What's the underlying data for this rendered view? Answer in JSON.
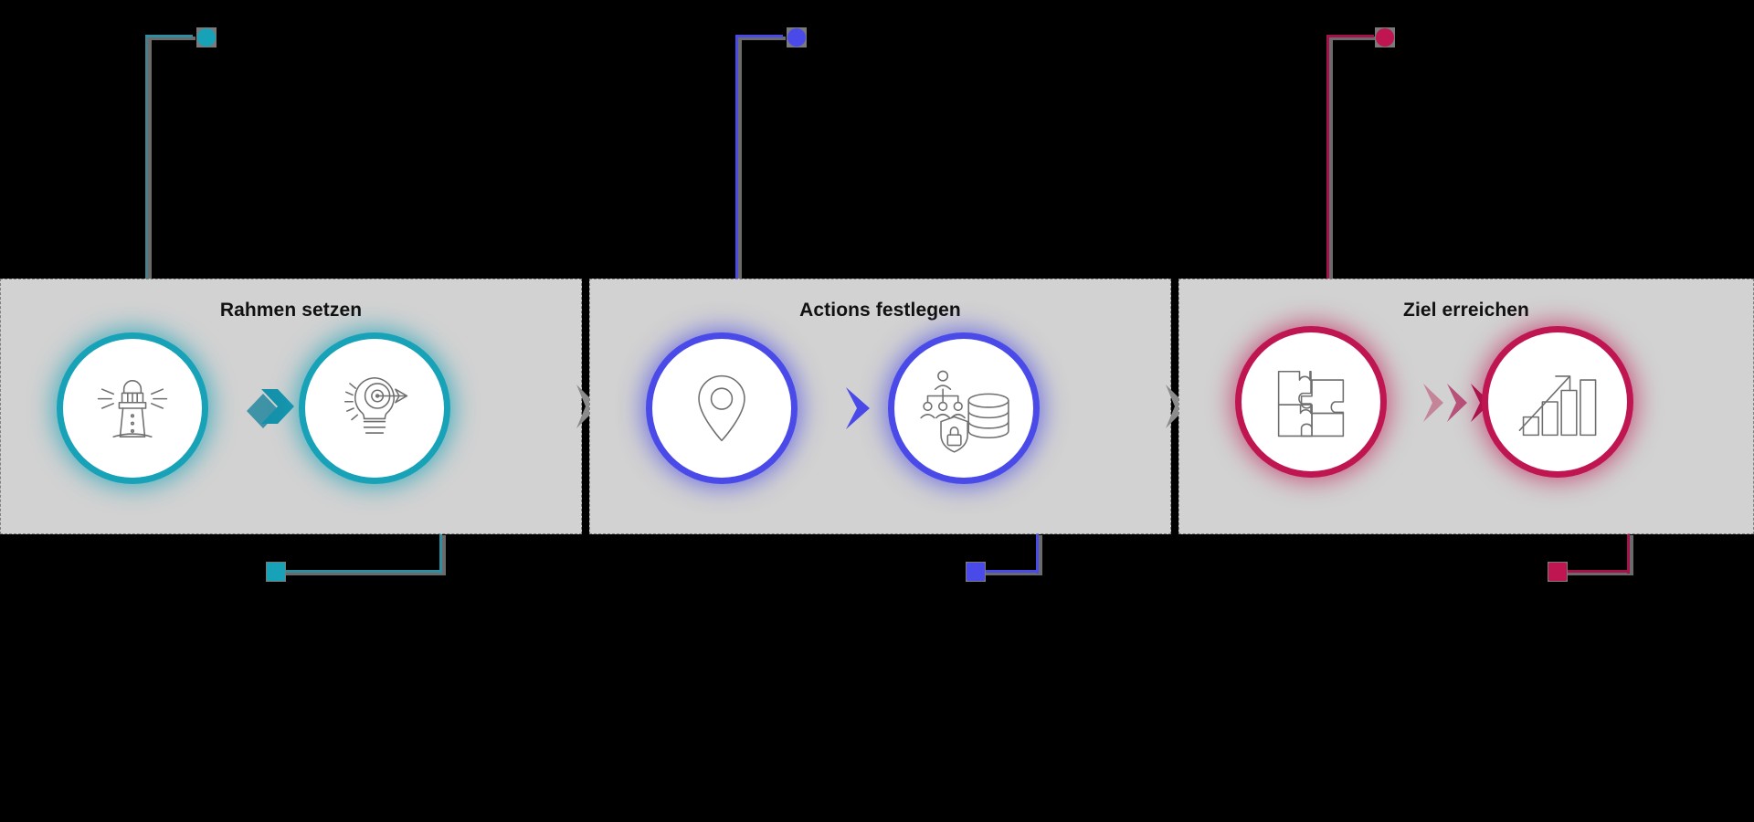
{
  "background_color": "#000000",
  "panels": [
    {
      "id": "rahmen-setzen",
      "title": "Rahmen setzen",
      "accent_color": "#17a2b8",
      "panel_color": "#d2d2d2",
      "steps": [
        {
          "icon": "lighthouse-icon",
          "label": ""
        },
        {
          "icon": "lightbulb-target-icon",
          "label": ""
        }
      ],
      "arrow": {
        "name": "double-chevron-right-teal",
        "color": "#17879b",
        "count": 2
      }
    },
    {
      "id": "actions-festlegen",
      "title": "Actions festlegen",
      "accent_color": "#4a4ae8",
      "panel_color": "#d2d2d2",
      "steps": [
        {
          "icon": "map-pin-icon",
          "label": ""
        },
        {
          "icon": "team-database-security-icon",
          "label": ""
        }
      ],
      "arrow": {
        "name": "chevron-right-blue",
        "color": "#4a4ae8",
        "count": 1
      }
    },
    {
      "id": "ziel-erreichen",
      "title": "Ziel erreichen",
      "accent_color": "#bf1550",
      "panel_color": "#d2d2d2",
      "steps": [
        {
          "icon": "puzzle-icon",
          "label": ""
        },
        {
          "icon": "bar-chart-growth-icon",
          "label": ""
        }
      ],
      "arrow": {
        "name": "triple-chevron-right-red",
        "color": "#bf1550",
        "count": 3
      }
    }
  ],
  "panel_separators": [
    {
      "name": "panel-separator-chevron-1",
      "color": "#8c8c8c"
    },
    {
      "name": "panel-separator-chevron-2",
      "color": "#8c8c8c"
    }
  ],
  "connectors": [
    {
      "name": "connector-top-teal",
      "color": "#17879b",
      "marker": "circle",
      "marker_color": "#17a2b8",
      "position": "top"
    },
    {
      "name": "connector-top-blue",
      "color": "#4a4ae8",
      "marker": "circle",
      "marker_color": "#4a4ae8",
      "position": "top"
    },
    {
      "name": "connector-top-red",
      "color": "#a5114a",
      "marker": "circle",
      "marker_color": "#bf1550",
      "position": "top"
    },
    {
      "name": "connector-bottom-teal",
      "color": "#17879b",
      "marker": "square",
      "marker_color": "#17a2b8",
      "position": "bottom"
    },
    {
      "name": "connector-bottom-blue",
      "color": "#4a4ae8",
      "marker": "square",
      "marker_color": "#4a4ae8",
      "position": "bottom"
    },
    {
      "name": "connector-bottom-red",
      "color": "#a5114a",
      "marker": "square",
      "marker_color": "#bf1550",
      "position": "bottom"
    }
  ]
}
